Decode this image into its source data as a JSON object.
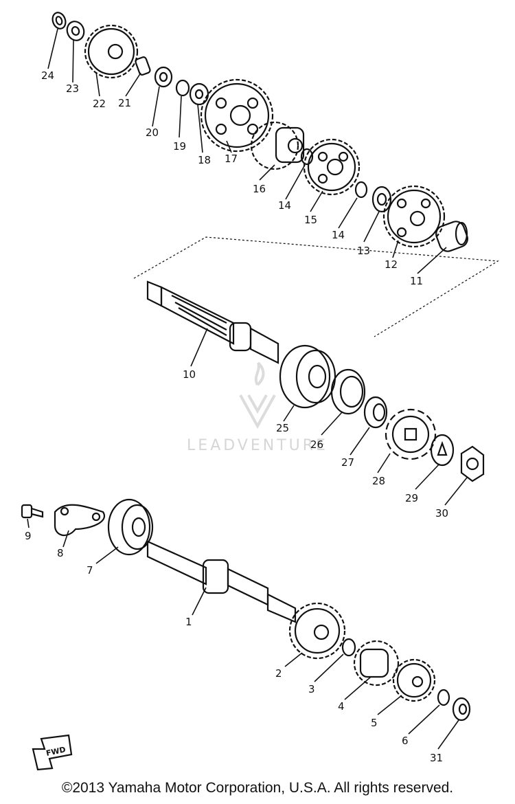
{
  "diagram": {
    "callouts": {
      "c1": "1",
      "c2": "2",
      "c3": "3",
      "c4": "4",
      "c5": "5",
      "c6": "6",
      "c7": "7",
      "c8": "8",
      "c9": "9",
      "c10": "10",
      "c11": "11",
      "c12": "12",
      "c13": "13",
      "c14a": "14",
      "c14b": "14",
      "c15": "15",
      "c16": "16",
      "c17": "17",
      "c18": "18",
      "c19": "19",
      "c20": "20",
      "c21": "21",
      "c22": "22",
      "c23": "23",
      "c24": "24",
      "c25": "25",
      "c26": "26",
      "c27": "27",
      "c28": "28",
      "c29": "29",
      "c30": "30",
      "c31": "31"
    },
    "fwd_label": "FWD",
    "watermark": "LEADVENTURE"
  },
  "footer": {
    "copyright": "©2013 Yamaha Motor Corporation, U.S.A. All rights reserved."
  }
}
